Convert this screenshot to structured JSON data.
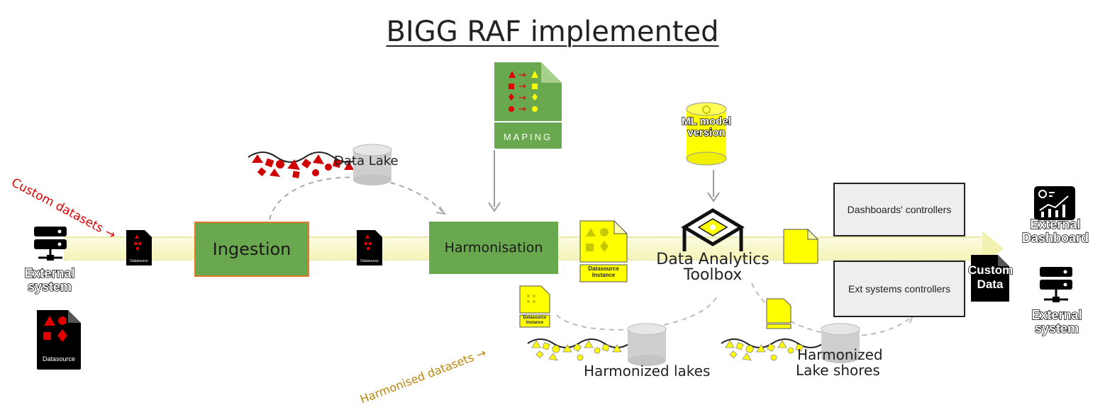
{
  "title": "BIGG RAF implemented",
  "custom_datasets": "Custom datasets →",
  "harmonised_datasets": "Harmonised datasets →",
  "data_lake": "Data Lake",
  "ingestion": "Ingestion",
  "harmonisation": "Harmonisation",
  "mapping": "MAPING",
  "ml_model": "ML model",
  "ml_version": "version",
  "toolbox_line1": "Data Analytics",
  "toolbox_line2": "Toolbox",
  "dashboards_controllers": "Dashboards' controllers",
  "ext_systems_controllers": "Ext systems controllers",
  "harmonized_lakes": "Harmonized lakes",
  "lake_shores_line1": "Harmonized",
  "lake_shores_line2": "Lake shores",
  "external_system_left_1": "External",
  "external_system_left_2": "system",
  "datasource_big": "Datasource",
  "datasource_small": "Datasource",
  "datasource_instance_1": "Datasource",
  "datasource_instance_2": "Instance",
  "external_dashboard_1": "External",
  "external_dashboard_2": "Dashboard",
  "custom_data_1": "Custom",
  "custom_data_2": "Data",
  "external_system_right_1": "External",
  "external_system_right_2": "system",
  "colors": {
    "green": "#6aa84f",
    "yellow": "#ffff00",
    "red": "#e00000",
    "orange_text": "#b8860b",
    "accent_red": "#ff2020"
  }
}
